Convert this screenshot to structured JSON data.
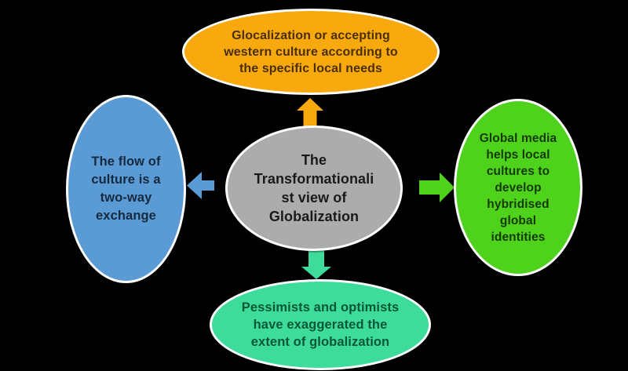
{
  "canvas": {
    "background": "#000000",
    "node_border_color": "#FDFDFD"
  },
  "diagram": {
    "center_node": {
      "label": "The\nTransformationali\nst view of\nGlobalization",
      "fill": "#ACACAC",
      "text_color": "#1A1A1A"
    },
    "nodes": [
      {
        "position": "top",
        "label": "Glocalization or accepting\nwestern culture according to\nthe specific local needs",
        "fill": "#F8A90D",
        "text_color": "#4A2E05",
        "arrow_direction": "up"
      },
      {
        "position": "left",
        "label": "The flow of\nculture is a\ntwo-way\nexchange",
        "fill": "#5B9BD5",
        "text_color": "#16293F",
        "arrow_direction": "left"
      },
      {
        "position": "right",
        "label": "Global media\nhelps local\ncultures to\ndevelop\nhybridised\nglobal\nidentities",
        "fill": "#4ED21C",
        "text_color": "#143902",
        "arrow_direction": "right"
      },
      {
        "position": "bottom",
        "label": "Pessimists and optimists\nhave exaggerated the\nextent of globalization",
        "fill": "#3EDC9B",
        "text_color": "#0B5737",
        "arrow_direction": "down"
      }
    ]
  }
}
